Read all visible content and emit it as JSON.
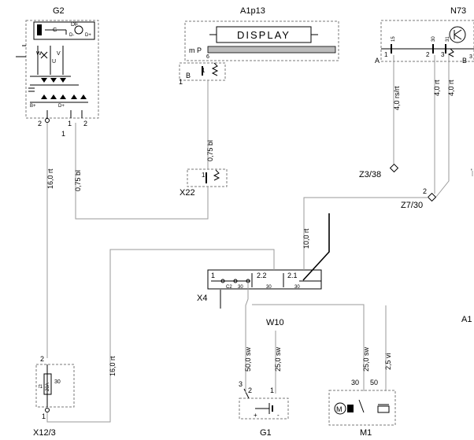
{
  "components": {
    "g2": {
      "name": "G2",
      "pins": {
        "p2": "2",
        "p1": "1",
        "p1b": "1",
        "p2b": "2"
      },
      "labels": {
        "g": "G",
        "df": "DF",
        "dminus": "D-",
        "dplus": "D+",
        "w": "W",
        "v": "V",
        "u": "U",
        "bplus": "B+",
        "dplus2": "D+"
      }
    },
    "a1p13": {
      "name": "A1p13",
      "display_text": "DISPLAY",
      "mp": "m P",
      "b": "B",
      "pin1": "1",
      "pin1b": "1",
      "pin6": "6"
    },
    "n73": {
      "name": "N73",
      "a": "A",
      "b": "B",
      "pins": {
        "p15": "15",
        "p30": "30",
        "p31": "31",
        "p1": "1",
        "p2": "2",
        "p3": "3",
        "p3b": "3"
      }
    },
    "x22": {
      "name": "X22",
      "pin1": "1"
    },
    "z3_38": {
      "name": "Z3/38"
    },
    "z7_30": {
      "name": "Z7/30",
      "pin2": "2"
    },
    "x4": {
      "name": "X4",
      "pin1": "1",
      "c2": "C2",
      "p30a": "30",
      "p22": "2.2",
      "p30b": "30",
      "p21": "2.1",
      "p30c": "30"
    },
    "w10": {
      "name": "W10"
    },
    "a1": {
      "name": "A1"
    },
    "x12_3": {
      "name": "X12/3",
      "pin2": "2",
      "pin30": "30",
      "fuse": "f1",
      "rating": "20A",
      "pin1": "1"
    },
    "g1": {
      "name": "G1",
      "pin3": "3",
      "pin2": "2",
      "pin1": "1",
      "plus": "+",
      "minus": "-"
    },
    "m1": {
      "name": "M1",
      "pin30": "30",
      "pin50": "50",
      "motor": "M"
    }
  },
  "wires": {
    "w_075bl_a": "0,75 bl",
    "w_16rt_a": "16,0 rt",
    "w_075bl_b": "0,75 bl",
    "w_40rsrt": "4,0 rs/rt",
    "w_40rt_a": "4,0 rt",
    "w_40rt_b": "4,0 rt",
    "w_100rt": "10,0 rt",
    "w_16rt_b": "16,0 rt",
    "w_50sw": "50,0 sw",
    "w_25sw_a": "25,0 sw",
    "w_25sw_b": "25,0 sw",
    "w_25vi": "2,5 vi"
  },
  "edge_marks": {
    "right_pin3": "3",
    "right_tick": "'"
  }
}
